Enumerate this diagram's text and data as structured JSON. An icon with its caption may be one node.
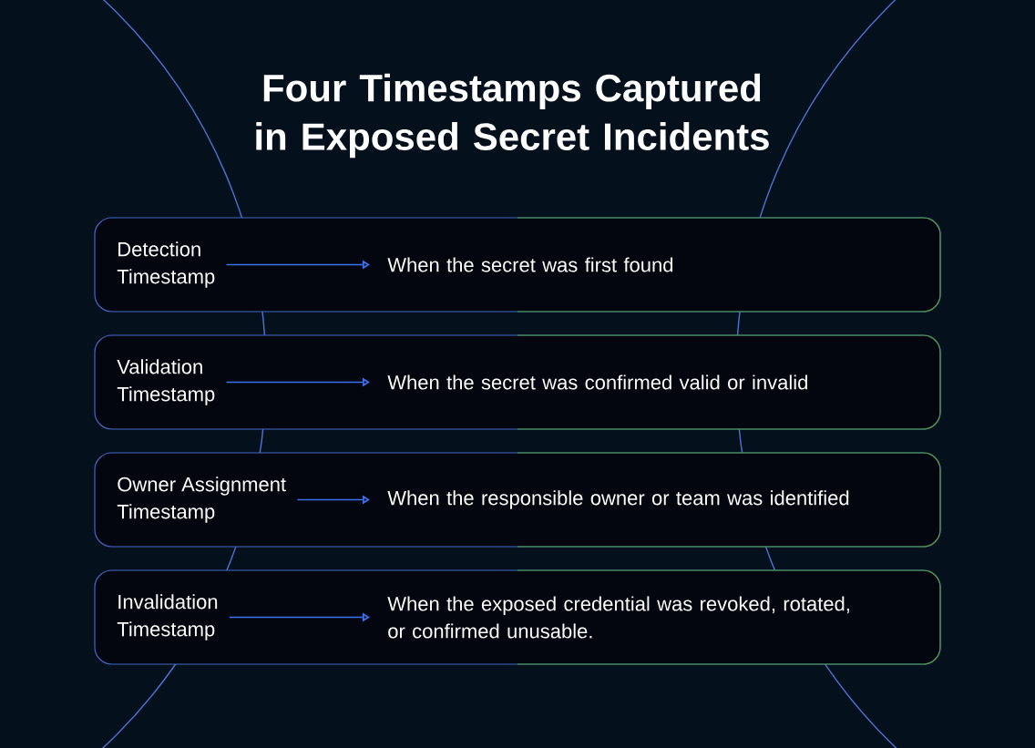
{
  "diagram": {
    "title": "Four Timestamps Captured in Exposed Secret Incidents",
    "nodes": [
      {
        "text": [],
        "shape": "box"
      },
      {
        "text": [
          "Detection Timestamp"
        ],
        "in": 0
      },
      {
        "text": [
          "When the secret was first found"
        ],
        "in": 0
      },
      {
        "text": [],
        "shape": "box"
      },
      {
        "text": [
          "Validation Timestamp"
        ],
        "in": 3
      },
      {
        "text": [
          "When the secret was confirmed valid or invalid"
        ],
        "in": 3
      },
      {
        "text": [],
        "shape": "box"
      },
      {
        "text": [
          "Owner Assignment Timestamp"
        ],
        "in": 6
      },
      {
        "text": [
          "When the responsible owner or team was identified"
        ],
        "in": 6
      },
      {
        "text": [],
        "shape": "box"
      },
      {
        "text": [
          "Invalidation Timestamp"
        ],
        "in": 9
      },
      {
        "text": [
          "When the exposed credential was revoked, rotated, or confirmed unusable."
        ],
        "in": 9
      }
    ],
    "edges": [
      {
        "from": 1,
        "to": 2,
        "arrow": "to"
      },
      {
        "from": 4,
        "to": 5,
        "arrow": "to"
      },
      {
        "from": 7,
        "to": 8,
        "arrow": "to"
      },
      {
        "from": 10,
        "to": 11,
        "arrow": "to"
      }
    ]
  }
}
